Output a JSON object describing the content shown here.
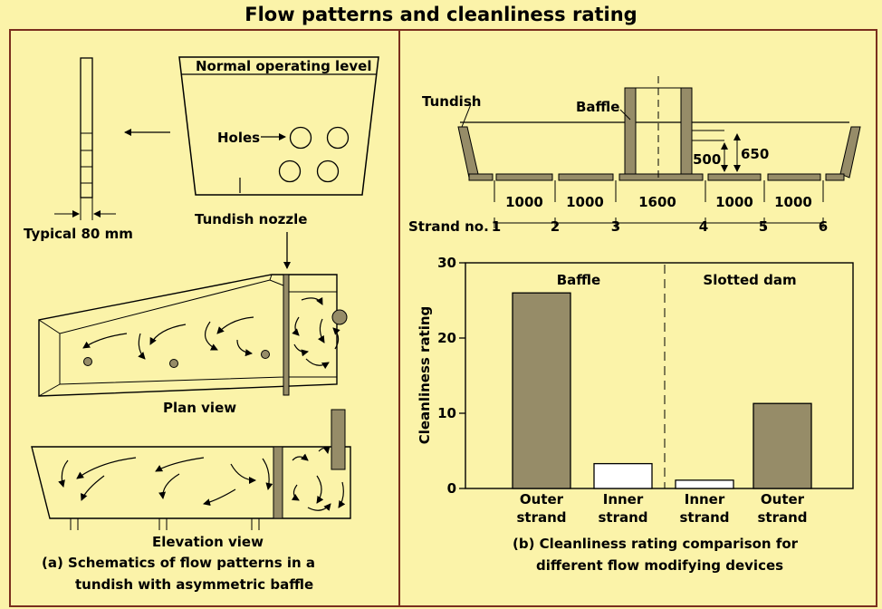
{
  "title": "Flow patterns and cleanliness rating",
  "left_panel": {
    "normal_operating_level": "Normal operating level",
    "holes": "Holes",
    "tundish_nozzle": "Tundish  nozzle",
    "typical": "Typical 80 mm",
    "plan_view": "Plan view",
    "elevation_view": "Elevation view",
    "caption_line1": "(a) Schematics of flow patterns in a",
    "caption_line2": "tundish with asymmetric baffle"
  },
  "right_panel": {
    "tundish": "Tundish",
    "baffle": "Baffle",
    "dim_500": "500",
    "dim_650": "650",
    "segment_lengths": [
      "1000",
      "1000",
      "1600",
      "1000",
      "1000"
    ],
    "strand_label": "Strand no.",
    "strand_numbers": [
      "1",
      "2",
      "3",
      "4",
      "5",
      "6"
    ],
    "caption_line1": "(b) Cleanliness rating comparison for",
    "caption_line2": "different flow modifying devices"
  },
  "chart_data": {
    "type": "bar",
    "ylabel": "Cleanliness rating",
    "ylim": [
      0,
      30
    ],
    "yticks": [
      "0",
      "10",
      "20",
      "30"
    ],
    "groups": [
      "Baffle",
      "Slotted dam"
    ],
    "bars": [
      {
        "label_line1": "Outer",
        "label_line2": "strand",
        "group": "Baffle",
        "value": 26,
        "fill": "#968C68"
      },
      {
        "label_line1": "Inner",
        "label_line2": "strand",
        "group": "Baffle",
        "value": 3.3,
        "fill": "#FFFFFF"
      },
      {
        "label_line1": "Inner",
        "label_line2": "strand",
        "group": "Slotted dam",
        "value": 1.1,
        "fill": "#FFFFFF"
      },
      {
        "label_line1": "Outer",
        "label_line2": "strand",
        "group": "Slotted dam",
        "value": 11.3,
        "fill": "#968C68"
      }
    ],
    "grid": false
  },
  "colors": {
    "background": "#FBF3A9",
    "border": "#7A2E1E",
    "fill": "#968C68"
  }
}
